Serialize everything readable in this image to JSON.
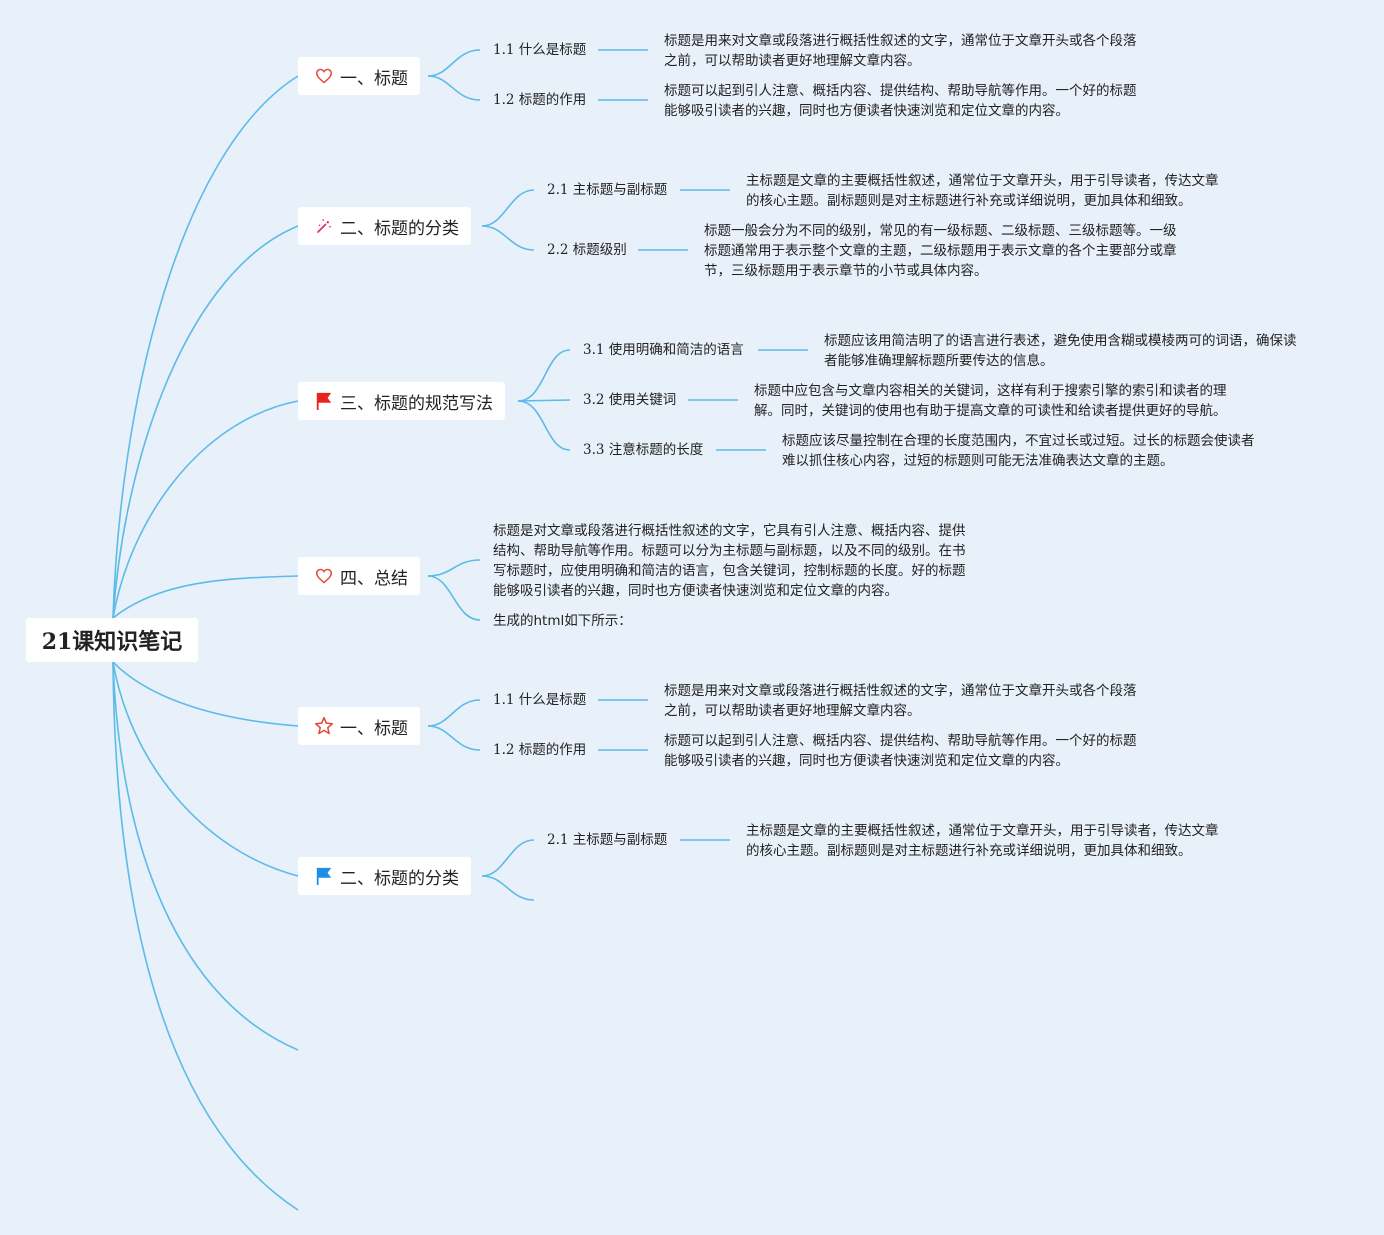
{
  "root": {
    "label": "21课知识笔记"
  },
  "colors": {
    "link": "#5cbbe8",
    "background": "#e8f0f9",
    "heart": "#e8443a",
    "flag_red": "#e8241c",
    "flag_blue": "#1d8ee6",
    "star": "#e8443a",
    "magic": "#e8335f"
  },
  "topics": [
    {
      "label": "一、标题",
      "icon": "heart-outline-icon",
      "children": [
        {
          "label": "1.1 什么是标题",
          "desc": [
            "标题是用来对文章或段落进行概括性叙述的文字，通常位于文章开头或各个段落",
            "之前，可以帮助读者更好地理解文章内容。"
          ]
        },
        {
          "label": "1.2 标题的作用",
          "desc": [
            "标题可以起到引人注意、概括内容、提供结构、帮助导航等作用。一个好的标题",
            "能够吸引读者的兴趣，同时也方便读者快速浏览和定位文章的内容。"
          ]
        }
      ]
    },
    {
      "label": "二、标题的分类",
      "icon": "magic-wand-icon",
      "children": [
        {
          "label": "2.1 主标题与副标题",
          "desc": [
            "主标题是文章的主要概括性叙述，通常位于文章开头，用于引导读者，传达文章",
            "的核心主题。副标题则是对主标题进行补充或详细说明，更加具体和细致。"
          ]
        },
        {
          "label": "2.2 标题级别",
          "desc": [
            "标题一般会分为不同的级别，常见的有一级标题、二级标题、三级标题等。一级",
            "标题通常用于表示整个文章的主题，二级标题用于表示文章的各个主要部分或章",
            "节，三级标题用于表示章节的小节或具体内容。"
          ]
        }
      ]
    },
    {
      "label": "三、标题的规范写法",
      "icon": "red-flag-icon",
      "children": [
        {
          "label": "3.1 使用明确和简洁的语言",
          "desc": [
            "标题应该用简洁明了的语言进行表述，避免使用含糊或模棱两可的词语，确保读",
            "者能够准确理解标题所要传达的信息。"
          ]
        },
        {
          "label": "3.2 使用关键词",
          "desc": [
            "标题中应包含与文章内容相关的关键词，这样有利于搜索引擎的索引和读者的理",
            "解。同时，关键词的使用也有助于提高文章的可读性和给读者提供更好的导航。"
          ]
        },
        {
          "label": "3.3 注意标题的长度",
          "desc": [
            "标题应该尽量控制在合理的长度范围内，不宜过长或过短。过长的标题会使读者",
            "难以抓住核心内容，过短的标题则可能无法准确表达文章的主题。"
          ]
        }
      ]
    },
    {
      "label": "四、总结",
      "icon": "heart-outline-icon",
      "summary": [
        "标题是对文章或段落进行概括性叙述的文字，它具有引人注意、概括内容、提供",
        "结构、帮助导航等作用。标题可以分为主标题与副标题，以及不同的级别。在书",
        "写标题时，应使用明确和简洁的语言，包含关键词，控制标题的长度。好的标题",
        "能够吸引读者的兴趣，同时也方便读者快速浏览和定位文章的内容。"
      ],
      "note": "生成的html如下所示："
    },
    {
      "label": "一、标题",
      "icon": "star-outline-icon",
      "children": [
        {
          "label": "1.1 什么是标题",
          "desc": [
            "标题是用来对文章或段落进行概括性叙述的文字，通常位于文章开头或各个段落",
            "之前，可以帮助读者更好地理解文章内容。"
          ]
        },
        {
          "label": "1.2 标题的作用",
          "desc": [
            "标题可以起到引人注意、概括内容、提供结构、帮助导航等作用。一个好的标题",
            "能够吸引读者的兴趣，同时也方便读者快速浏览和定位文章的内容。"
          ]
        }
      ]
    },
    {
      "label": "二、标题的分类",
      "icon": "blue-flag-icon",
      "children": [
        {
          "label": "2.1 主标题与副标题",
          "desc": [
            "主标题是文章的主要概括性叙述，通常位于文章开头，用于引导读者，传达文章",
            "的核心主题。副标题则是对主标题进行补充或详细说明，更加具体和细致。"
          ]
        },
        {
          "label": "",
          "desc": []
        }
      ]
    }
  ]
}
